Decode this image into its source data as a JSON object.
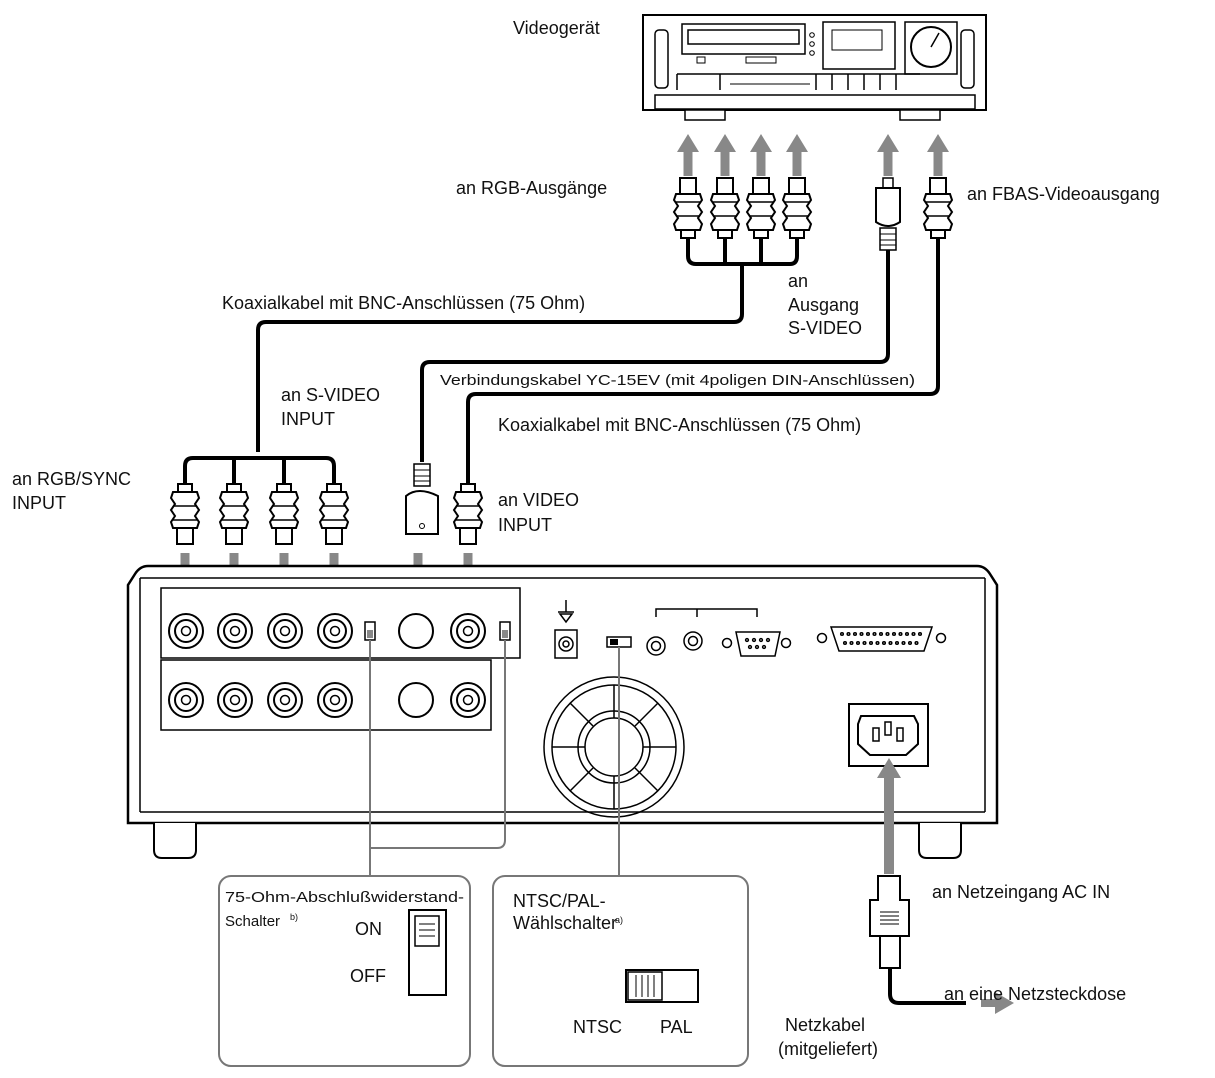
{
  "labels": {
    "videogeraet": "Videogerät",
    "rgb_ausgaenge": "an RGB-Ausgänge",
    "fbas_ausgang": "an FBAS-Videoausgang",
    "svideo_ausgang_1": "an",
    "svideo_ausgang_2": "Ausgang",
    "svideo_ausgang_3": "S-VIDEO",
    "koax_top": "Koaxialkabel mit BNC-Anschlüssen (75 Ohm)",
    "yc_kabel": "Verbindungskabel YC-15EV (mit 4poligen DIN-Anschlüssen)",
    "koax_right": "Koaxialkabel mit BNC-Anschlüssen (75 Ohm)",
    "svideo_input_1": "an S-VIDEO",
    "svideo_input_2": "INPUT",
    "rgb_sync_1": "an RGB/SYNC",
    "rgb_sync_2": "INPUT",
    "video_input_1": "an VIDEO",
    "video_input_2": "INPUT",
    "netzeingang": "an Netzeingang AC IN",
    "netzsteckdose": "an eine Netzsteckdose",
    "netzkabel_1": "Netzkabel",
    "netzkabel_2": "(mitgeliefert)"
  },
  "terminator_box": {
    "title_1": "75-Ohm-Abschlußwiderstand-",
    "title_2": "Schalter",
    "footnote": "b)",
    "on": "ON",
    "off": "OFF"
  },
  "ntsc_box": {
    "title_1": "NTSC/PAL-",
    "title_2": "Wählschalter",
    "footnote": "a)",
    "ntsc": "NTSC",
    "pal": "PAL"
  }
}
